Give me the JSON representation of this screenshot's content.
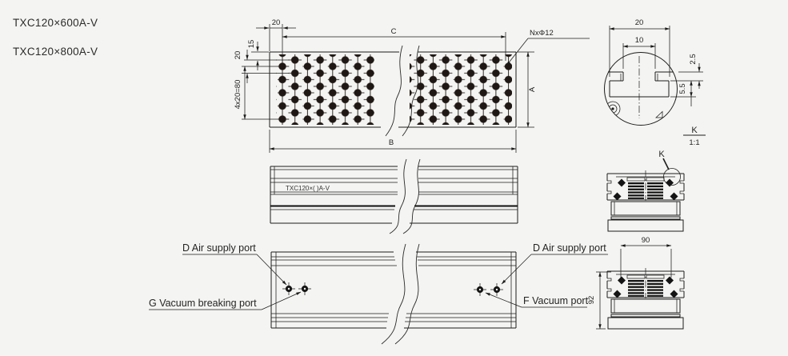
{
  "drawing": {
    "models": [
      "TXC120×600A-V",
      "TXC120×800A-V"
    ],
    "top_view": {
      "dim_20_top": "20",
      "dim_c": "C",
      "holes_label": "NxΦ12",
      "dim_15": "15",
      "dim_20_left": "20",
      "dim_80": "4x20=80",
      "dim_a": "A",
      "dim_b": "B"
    },
    "detail_k": {
      "dim_20": "20",
      "dim_10": "10",
      "dim_2_5": "2.5",
      "dim_5_5": "5.5",
      "label": "K",
      "scale": "1:1"
    },
    "front_view": {
      "marking": "TXC120×(  )A-V"
    },
    "section_mid": {
      "detail_ref": "K"
    },
    "bottom_view": {
      "port_d_left": "D Air supply port",
      "port_g_left": "G Vacuum breaking port",
      "port_d_right": "D Air supply port",
      "port_f_right": "F Vacuum port"
    },
    "section_bottom": {
      "dim_90": "90",
      "dim_92": "92"
    }
  },
  "colors": {
    "background": "#f4f4f2",
    "line": "#1c1c1c",
    "hole_fill": "#1e1713"
  }
}
